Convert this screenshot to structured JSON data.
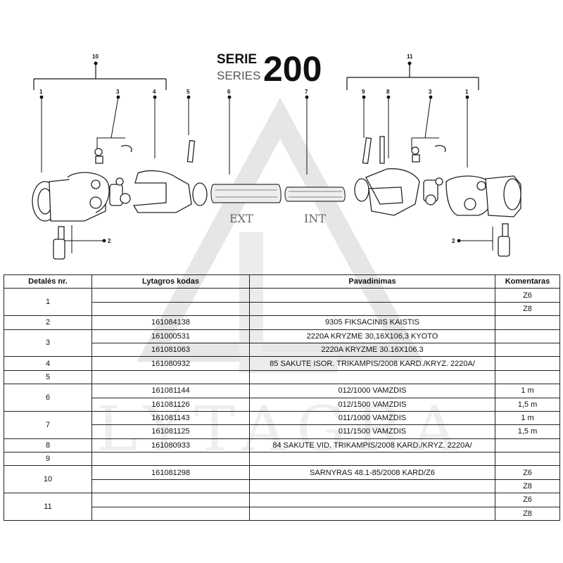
{
  "header": {
    "serie": "SERIE",
    "series": "SERIES",
    "number": "200"
  },
  "diagram": {
    "callouts": {
      "left_group": "10",
      "right_group": "11",
      "l1": "1",
      "l3": "3",
      "l4": "4",
      "l5": "5",
      "l6": "6",
      "l7": "7",
      "r9": "9",
      "r8": "8",
      "r3": "3",
      "r1": "1",
      "l2": "2",
      "r2": "2"
    },
    "tube_ext": "EXT",
    "tube_int": "INT"
  },
  "table": {
    "headers": [
      "Detalės nr.",
      "Lytagros kodas",
      "Pavadinimas",
      "Komentaras"
    ],
    "rows": [
      {
        "nr": "1",
        "code": "",
        "name": "",
        "comment": "Z6"
      },
      {
        "code": "",
        "name": "",
        "comment": "Z8"
      },
      {
        "nr": "2",
        "code": "161084138",
        "name": "9305 FIKSACINIS KAISTIS",
        "comment": ""
      },
      {
        "nr": "3",
        "code": "161000531",
        "name": "2220A KRYZME 30,16X106,3 KYOTO",
        "comment": ""
      },
      {
        "code": "161081063",
        "name": "2220A KRYZME 30.16X106.3",
        "comment": ""
      },
      {
        "nr": "4",
        "code": "161080932",
        "name": "85 SAKUTE ISOR. TRIKAMPIS/2008 KARD./KRYZ. 2220A/",
        "comment": ""
      },
      {
        "nr": "5",
        "code": "",
        "name": "",
        "comment": ""
      },
      {
        "nr": "6",
        "code": "161081144",
        "name": "012/1000 VAMZDIS",
        "comment": "1 m"
      },
      {
        "code": "161081126",
        "name": "012/1500 VAMZDIS",
        "comment": "1,5 m"
      },
      {
        "nr": "7",
        "code": "161081143",
        "name": "011/1000 VAMZDIS",
        "comment": "1 m"
      },
      {
        "code": "161081125",
        "name": "011/1500 VAMZDIS",
        "comment": "1,5 m"
      },
      {
        "nr": "8",
        "code": "161080933",
        "name": "84 SAKUTE VID. TRIKAMPIS/2008 KARD./KRYZ. 2220A/",
        "comment": ""
      },
      {
        "nr": "9",
        "code": "",
        "name": "",
        "comment": ""
      },
      {
        "nr": "10",
        "code": "161081298",
        "name": "SARNYRAS 48.1-85/2008 KARD/Z6",
        "comment": "Z6"
      },
      {
        "code": "",
        "name": "",
        "comment": "Z8"
      },
      {
        "nr": "11",
        "code": "",
        "name": "",
        "comment": "Z6"
      },
      {
        "code": "",
        "name": "",
        "comment": "Z8"
      }
    ]
  },
  "watermark": {
    "text": "LYTAGRA"
  }
}
